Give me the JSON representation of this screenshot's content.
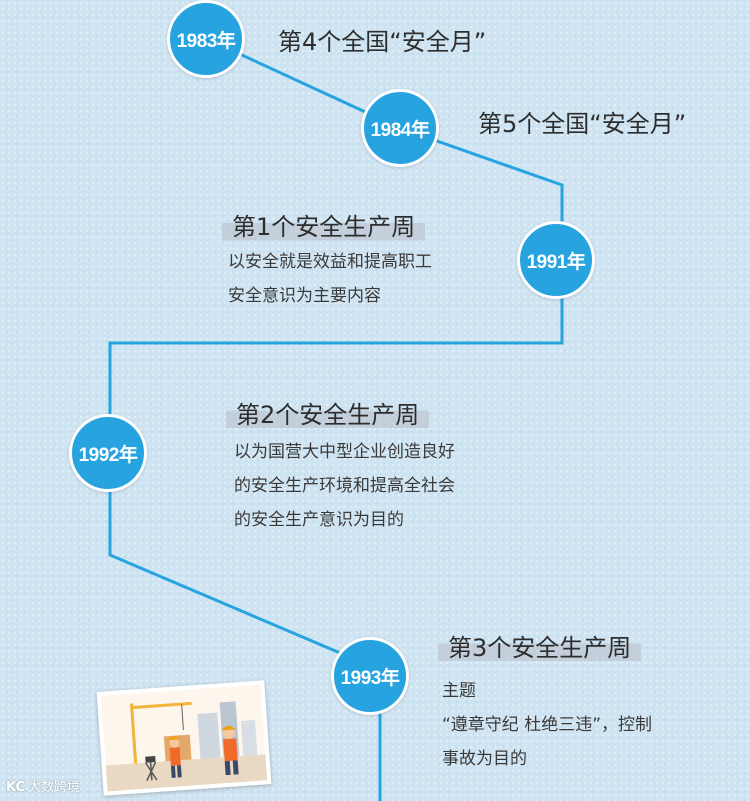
{
  "colors": {
    "accent": "#27a4e0",
    "text": "#2d2d2d"
  },
  "events": [
    {
      "year": "1983年",
      "title": "第4个全国“安全月”"
    },
    {
      "year": "1984年",
      "title": "第5个全国“安全月”"
    },
    {
      "year": "1991年",
      "title": "第1个安全生产周",
      "desc": [
        "以安全就是效益和提高职工",
        "安全意识为主要内容"
      ]
    },
    {
      "year": "1992年",
      "title": "第2个安全生产周",
      "desc": [
        "以为国营大中型企业创造良好",
        "的安全生产环境和提高全社会",
        "的安全生产意识为目的"
      ]
    },
    {
      "year": "1993年",
      "title": "第3个安全生产周",
      "desc": [
        "主题",
        "“遵章守纪 杜绝三违”，控制",
        "事故为目的"
      ]
    }
  ],
  "watermark": {
    "logo": "KC",
    "text": "大数跨境"
  },
  "image": {
    "icon": "construction-workers-illustration"
  }
}
